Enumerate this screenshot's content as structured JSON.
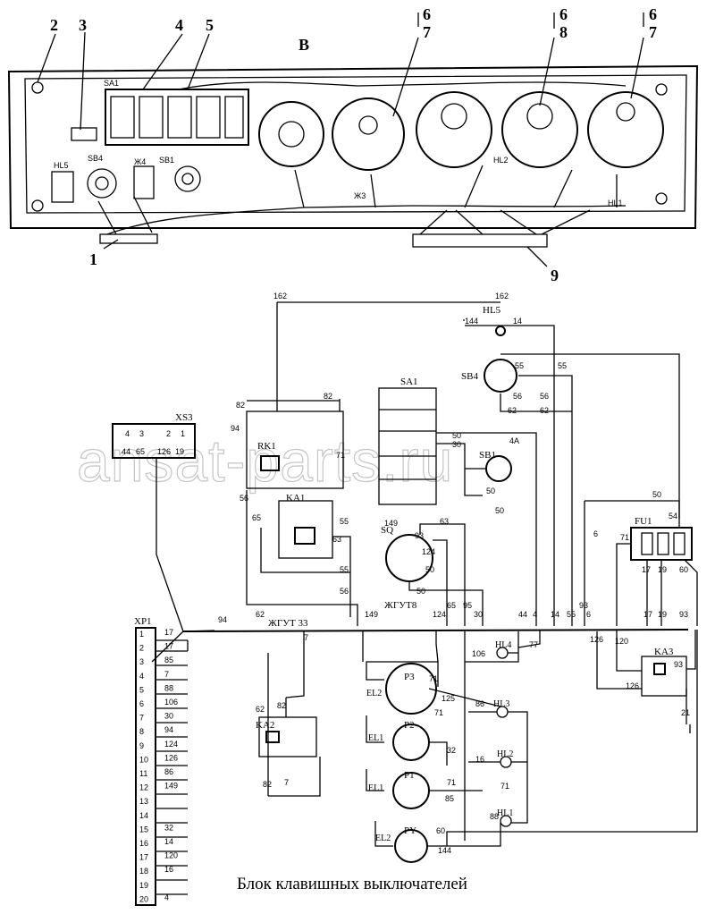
{
  "panel": {
    "view_label": "В",
    "callouts": [
      "2",
      "3",
      "4",
      "5",
      "6",
      "7",
      "6",
      "8",
      "6",
      "7",
      "1",
      "9"
    ],
    "component_labels": [
      "SA1",
      "SB4",
      "SB1",
      "Ж4",
      "Ж3",
      "HL5",
      "HL2",
      "HL1"
    ]
  },
  "schematic": {
    "xs3": {
      "label": "XS3",
      "pins": [
        "4",
        "3",
        "2",
        "1"
      ],
      "wires": [
        "44",
        "65",
        "126",
        "19"
      ]
    },
    "xp1": {
      "label": "XP1",
      "pins": [
        "1",
        "2",
        "3",
        "4",
        "5",
        "6",
        "7",
        "8",
        "9",
        "10",
        "11",
        "12",
        "13",
        "14",
        "15",
        "16",
        "17",
        "18",
        "19",
        "20"
      ],
      "wires": [
        "17",
        "17",
        "85",
        "7",
        "88",
        "106",
        "30",
        "94",
        "124",
        "126",
        "86",
        "149",
        "",
        "",
        "32",
        "14",
        "120",
        "16",
        "",
        "4"
      ]
    },
    "harness_labels": [
      "ЖГУТ 33",
      "ЖГУТ8"
    ],
    "components": [
      "SA1",
      "SB1",
      "SB4",
      "HL5",
      "KA1",
      "KA2",
      "KA3",
      "RK1",
      "SQ",
      "FU1",
      "P3",
      "P2",
      "P1",
      "PY",
      "EL2",
      "EL1",
      "EL1",
      "EL2",
      "HL4",
      "HL3",
      "HL2",
      "HL1"
    ],
    "wire_numbers": [
      "162",
      "162",
      "144",
      "14",
      "55",
      "55",
      "56",
      "56",
      "62",
      "62",
      "82",
      "82",
      "94",
      "56",
      "65",
      "55",
      "56",
      "55",
      "63",
      "30",
      "50",
      "71",
      "4A",
      "50",
      "50",
      "149",
      "63",
      "93",
      "124",
      "50",
      "50",
      "65",
      "95",
      "149",
      "124",
      "30",
      "44",
      "4",
      "14",
      "55",
      "93",
      "50",
      "6",
      "54",
      "71",
      "17",
      "19",
      "60",
      "6",
      "17",
      "19",
      "93",
      "126",
      "120",
      "126",
      "93",
      "21",
      "106",
      "77",
      "86",
      "125",
      "71",
      "71",
      "32",
      "16",
      "71",
      "71",
      "85",
      "88",
      "60",
      "144",
      "62",
      "82",
      "82",
      "7",
      "62",
      "7",
      "94"
    ]
  },
  "caption": "Блок клавишных выключателей",
  "watermark": "ansat-parts.ru"
}
